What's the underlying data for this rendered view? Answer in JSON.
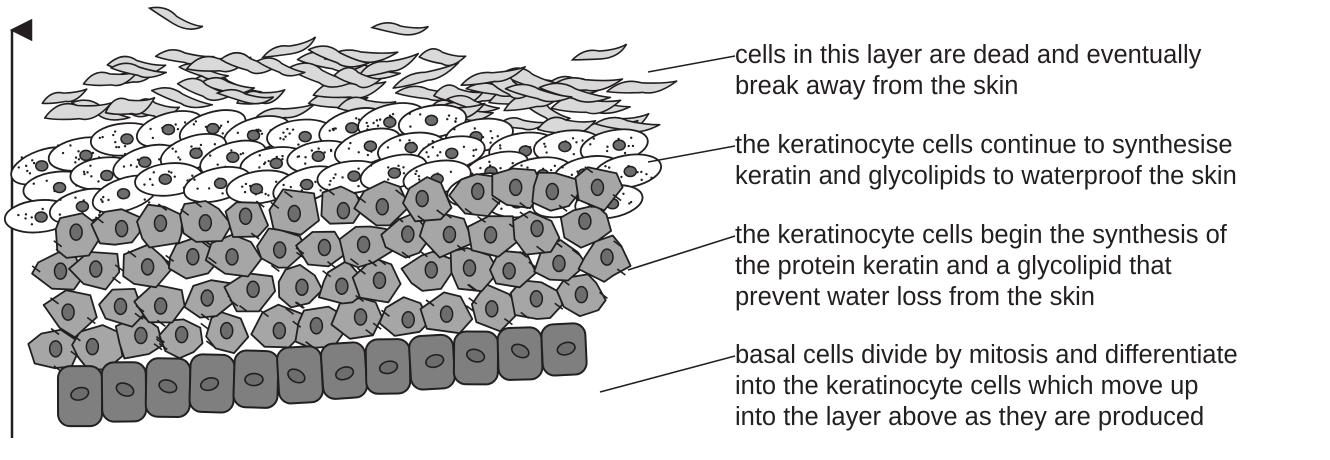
{
  "diagram": {
    "labels": [
      {
        "id": "dead-layer",
        "lines": [
          "cells in this layer are dead and eventually",
          "break away from the skin"
        ]
      },
      {
        "id": "granular-layer",
        "lines": [
          "the keratinocyte cells continue to synthesise",
          "keratin and glycolipids to waterproof the skin"
        ]
      },
      {
        "id": "spinous-layer",
        "lines": [
          "the keratinocyte cells begin the synthesis of",
          "the protein keratin and a glycolipid that",
          "prevent water loss from the skin"
        ]
      },
      {
        "id": "basal-layer",
        "lines": [
          "basal cells divide by mitosis and differentiate",
          "into the keratinocyte cells which move up",
          "into the layer above as they are produced"
        ]
      }
    ],
    "colors": {
      "outline": "#231f20",
      "dead_cell_fill": "#d9d9d9",
      "granular_cell_fill": "#ffffff",
      "spinous_cell_fill": "#a6a6a6",
      "basal_cell_fill": "#7f7f7f",
      "nucleus_fill": "#6d6d6d"
    }
  }
}
